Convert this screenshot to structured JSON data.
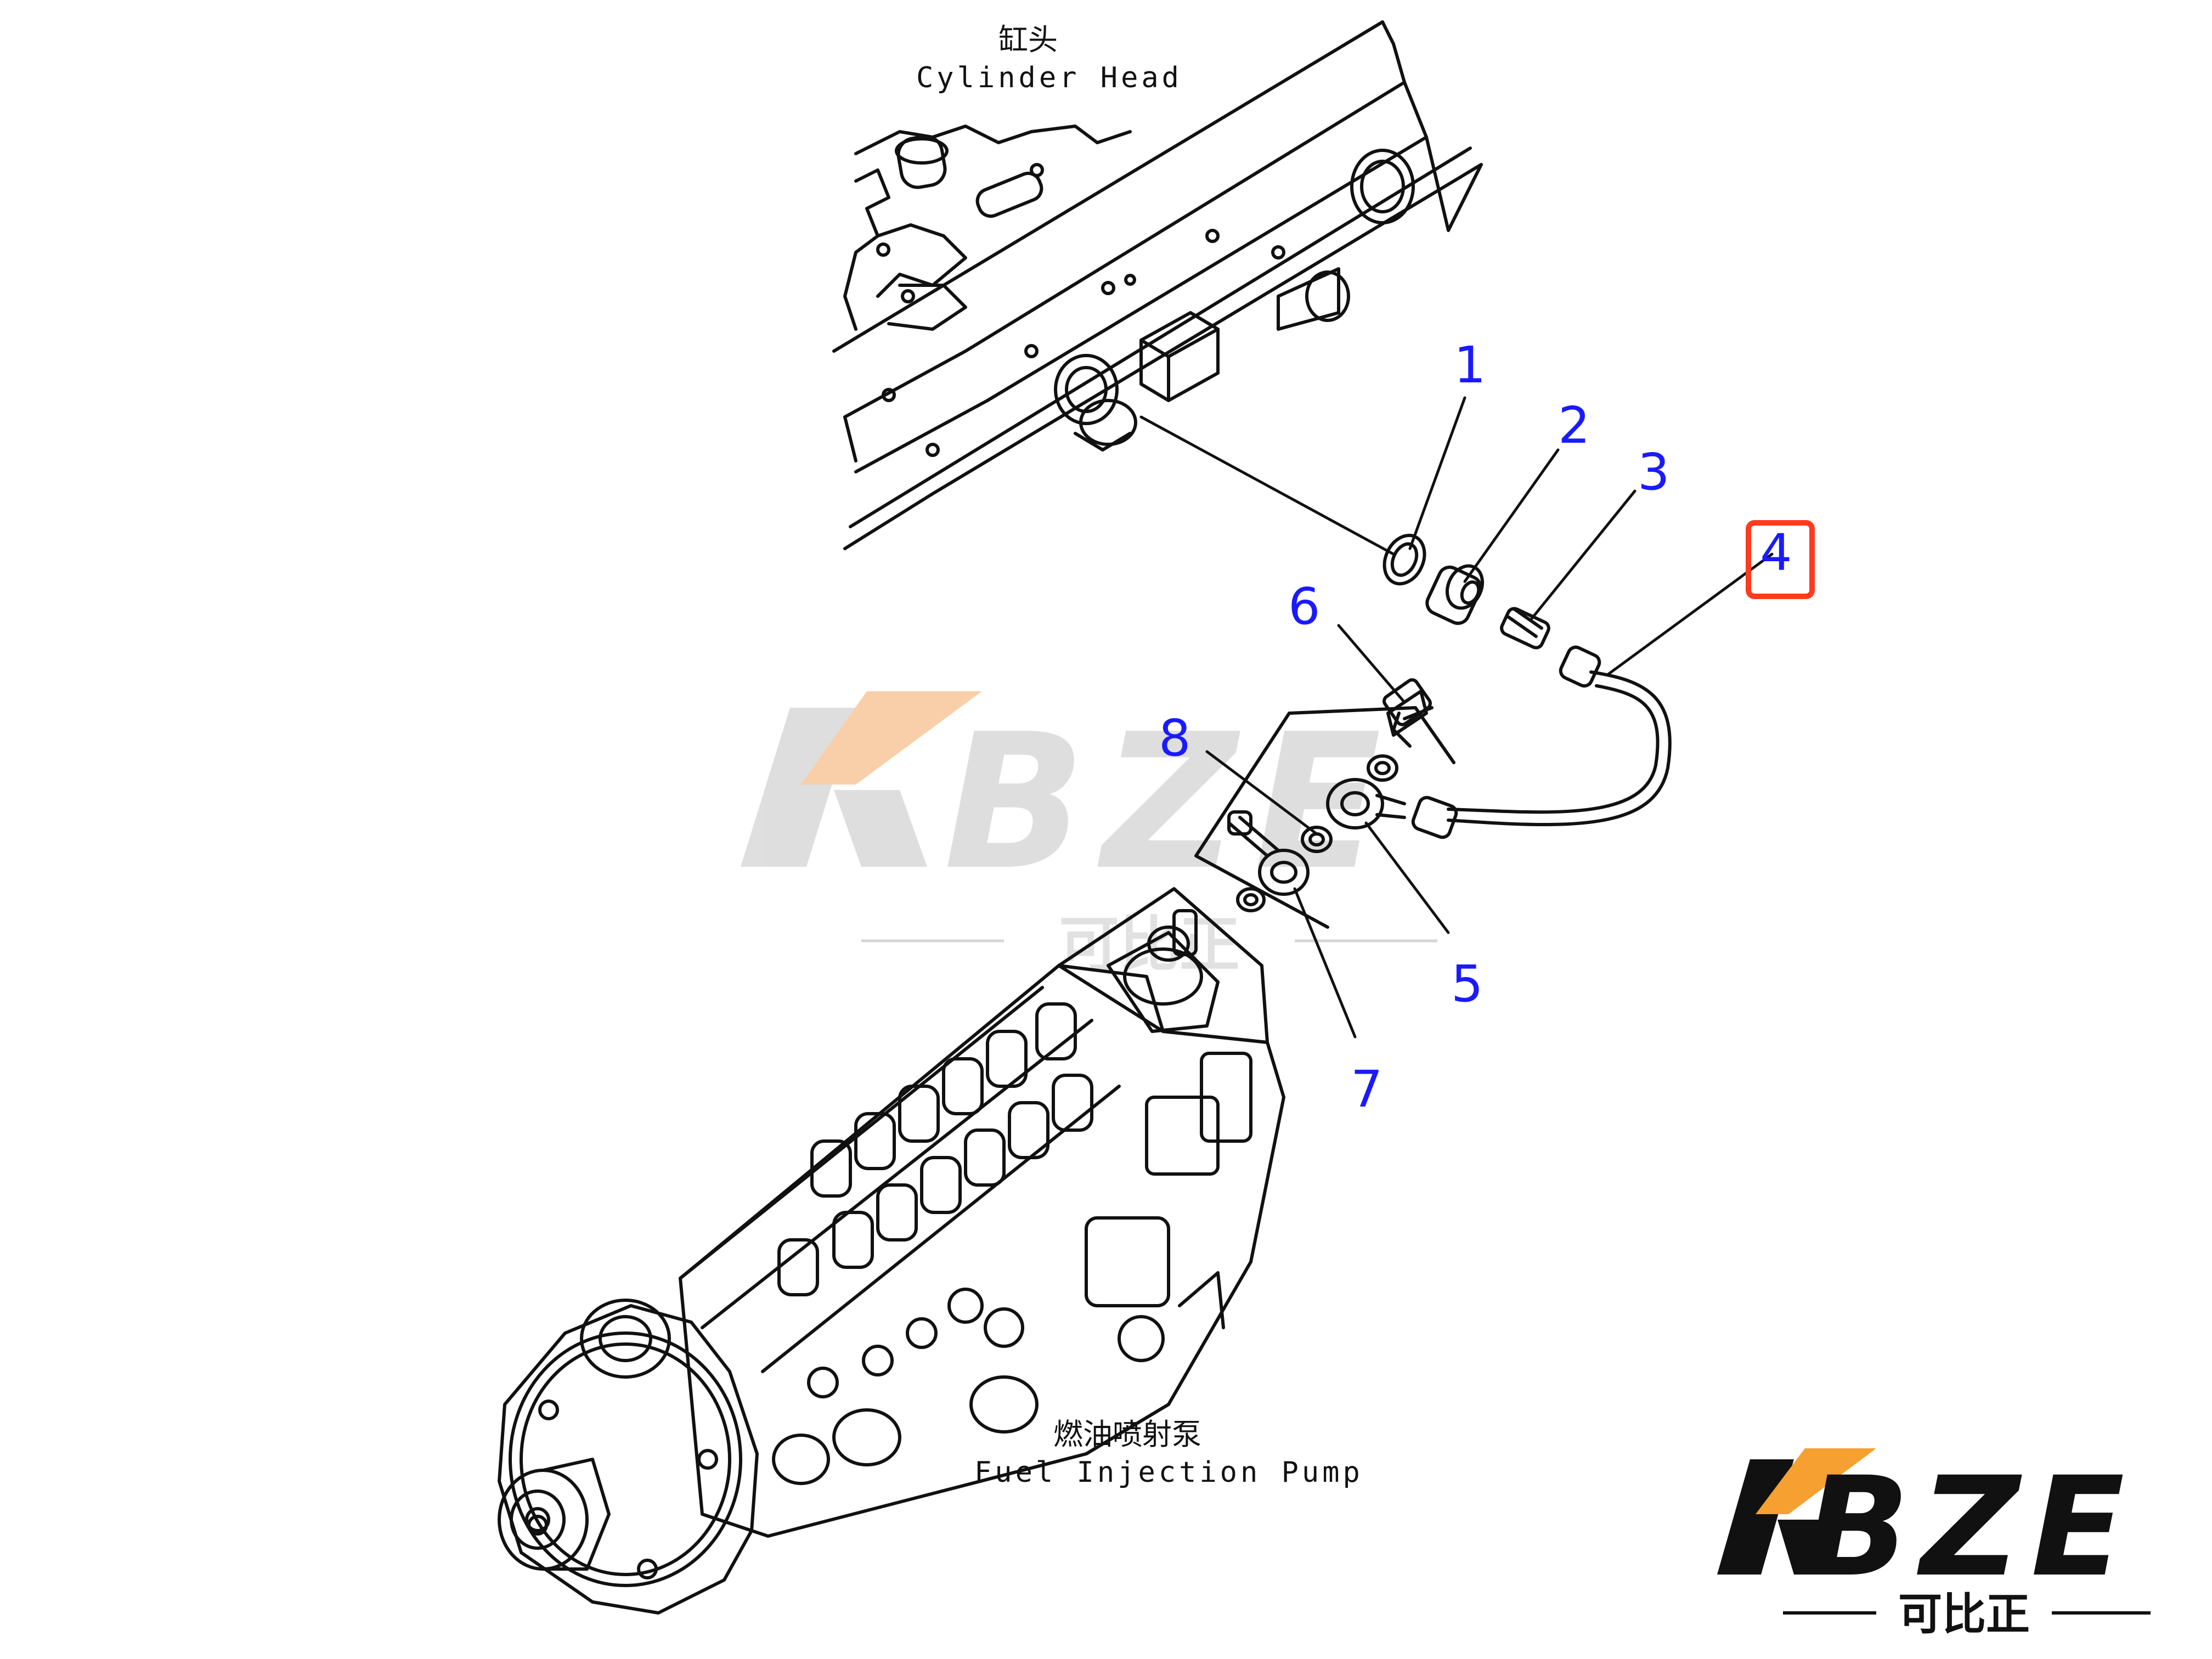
{
  "labels": {
    "cylinder_head_cn": "缸头",
    "cylinder_head_en": "Cylinder Head",
    "pump_cn": "燃油喷射泵",
    "pump_en": "Fuel Injection Pump"
  },
  "callouts": [
    "1",
    "2",
    "3",
    "4",
    "5",
    "6",
    "7",
    "8"
  ],
  "highlighted_callout": "4",
  "watermark": {
    "text": "KBZE",
    "sub": "可比正"
  },
  "logo": {
    "text": "KBZE",
    "sub": "可比正"
  },
  "colors": {
    "callout": "#1a1aff",
    "highlight": "#ff3b1f",
    "logo_accent": "#f5a030",
    "line": "#111111",
    "watermark": "#d9d9d9"
  }
}
